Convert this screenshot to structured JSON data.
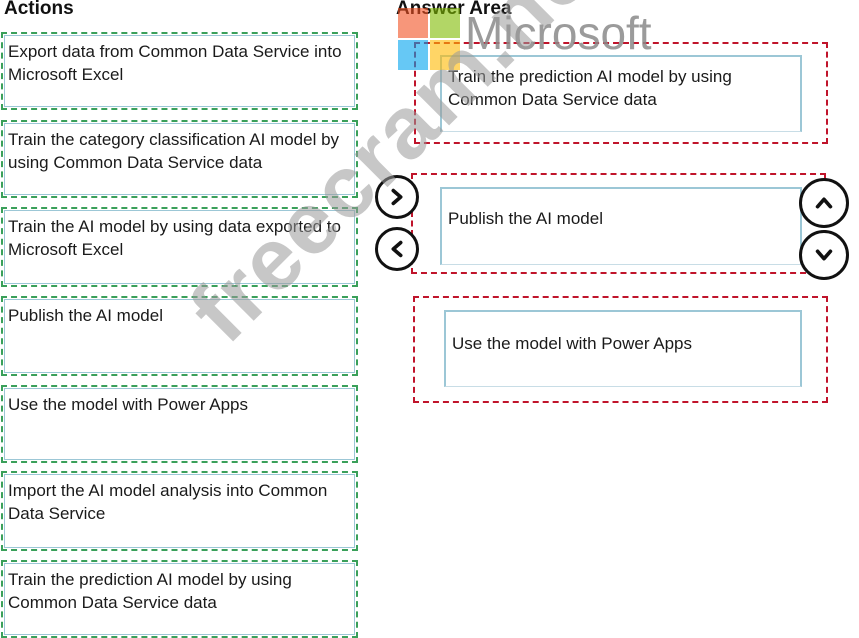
{
  "actions": {
    "heading": "Actions",
    "items": [
      {
        "label": "Export data from Common Data Service into Microsoft Excel"
      },
      {
        "label": "Train the category classification AI model by using Common Data Service data"
      },
      {
        "label": "Train the AI model by using data exported to Microsoft Excel"
      },
      {
        "label": "Publish the AI model"
      },
      {
        "label": "Use the model with Power Apps"
      },
      {
        "label": "Import the AI model analysis into Common Data Service"
      },
      {
        "label": "Train the prediction AI model by using Common Data Service data"
      }
    ]
  },
  "answer_area": {
    "heading": "Answer Area",
    "slots": [
      {
        "label": "Train the prediction AI model by using Common Data Service data"
      },
      {
        "label": "Publish the AI model"
      },
      {
        "label": "Use the model with Power Apps"
      }
    ]
  },
  "controls": {
    "move_right": "chevron-right-icon",
    "move_left": "chevron-left-icon",
    "move_up": "chevron-up-icon",
    "move_down": "chevron-down-icon"
  },
  "overlay": {
    "logo_text": "Microsoft",
    "watermark_text": "freecram.net",
    "logo_colors": [
      "#f25022",
      "#7fba00",
      "#00a4ef",
      "#ffb900"
    ]
  }
}
